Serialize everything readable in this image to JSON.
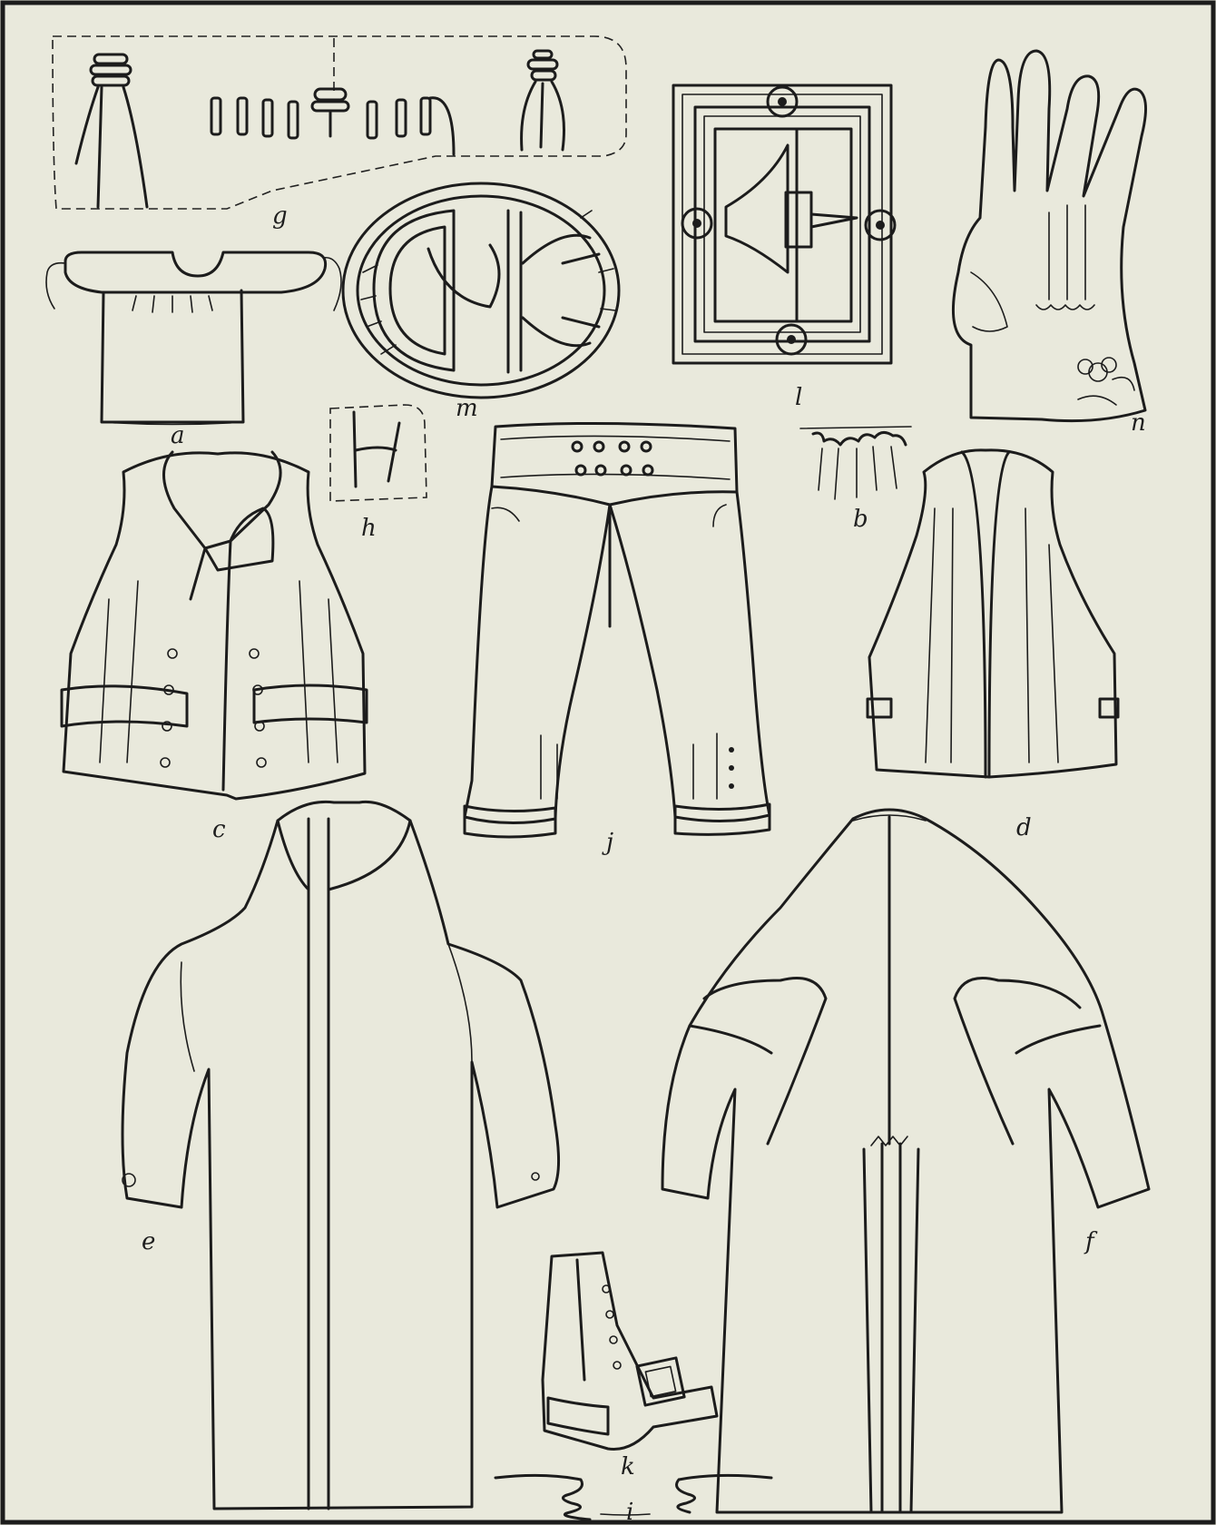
{
  "colors": {
    "paper": "#e9e9dc",
    "ink": "#1c1c1c"
  },
  "labels": {
    "a": "a",
    "b": "b",
    "c": "c",
    "d": "d",
    "e": "e",
    "f": "f",
    "g": "g",
    "h": "h",
    "i": "i",
    "j": "j",
    "k": "k",
    "l": "l",
    "m": "m",
    "n": "n"
  }
}
